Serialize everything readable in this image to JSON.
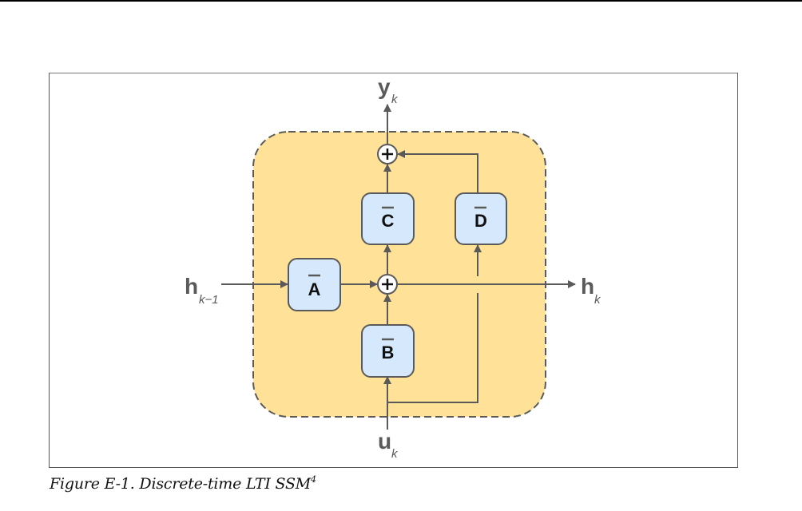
{
  "figure": {
    "caption": "Figure E-1. Discrete-time LTI SSM",
    "caption_footnote": "4"
  },
  "diagram": {
    "colors": {
      "container_fill": "#ffe197",
      "container_border": "#5a5a5a",
      "block_fill": "#d6e9fc",
      "block_border": "#5a5a5a",
      "line": "#5a5a5a",
      "label": "#5a5a5a"
    },
    "blocks": {
      "A": "A",
      "B": "B",
      "C": "C",
      "D": "D"
    },
    "sum_symbol": "+",
    "labels": {
      "h_prev_main": "h",
      "h_prev_sub": "k−1",
      "h_next_main": "h",
      "h_next_sub": "k",
      "y_main": "y",
      "y_sub": "k",
      "u_main": "u",
      "u_sub": "k"
    }
  }
}
